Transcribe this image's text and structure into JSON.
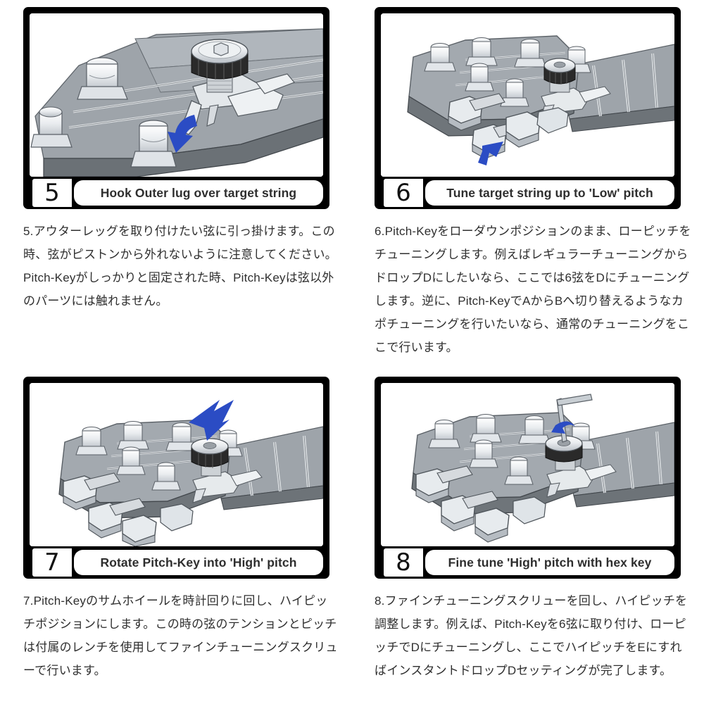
{
  "document": {
    "title": "Pitch-Key installation instructions (steps 5-8)",
    "language": "ja",
    "accent_color": "#2b4cc4",
    "frame_color": "#000000",
    "text_color": "#2f2f2f"
  },
  "panels": [
    {
      "number": "5",
      "caption": "Hook Outer lug over target string",
      "illustration": "guitar-headstock-closeup-outer-lug-hook",
      "arrow": "curved-blue-arrow-down-left",
      "body": "5.アウターレッグを取り付けたい弦に引っ掛けます。この時、弦がピストンから外れないように注意してください。Pitch-Keyがしっかりと固定された時、Pitch-Keyは弦以外のパーツには触れません。"
    },
    {
      "number": "6",
      "caption": "Tune target string up to 'Low' pitch",
      "illustration": "guitar-headstock-full-tuning-machine",
      "arrow": "blue-arrow-pointing-at-tuner",
      "body": "6.Pitch-Keyをローダウンポジションのまま、ローピッチをチューニングします。例えばレギュラーチューニングからドロップDにしたいなら、ここでは6弦をDにチューニングします。逆に、Pitch-KeyでAからBへ切り替えるようなカポチューニングを行いたいなら、通常のチューニングをここで行います。"
    },
    {
      "number": "7",
      "caption": "Rotate Pitch-Key into 'High' pitch",
      "illustration": "guitar-headstock-rotate-thumbwheel",
      "arrow": "blue-arrow-pointing-left-at-thumbwheel",
      "body": "7.Pitch-Keyのサムホイールを時計回りに回し、ハイピッチポジションにします。この時の弦のテンションとピッチは付属のレンチを使用してファインチューニングスクリューで行います。"
    },
    {
      "number": "8",
      "caption": "Fine tune 'High' pitch with hex key",
      "illustration": "guitar-headstock-hex-key-fine-tune",
      "arrow": "small-blue-curved-arrow-at-hex-key",
      "body": "8.ファインチューニングスクリューを回し、ハイピッチを調整します。例えば、Pitch-Keyを6弦に取り付け、ローピッチでDにチューニングし、ここでハイピッチをEにすればインスタントドロップDセッティングが完了します。"
    }
  ]
}
